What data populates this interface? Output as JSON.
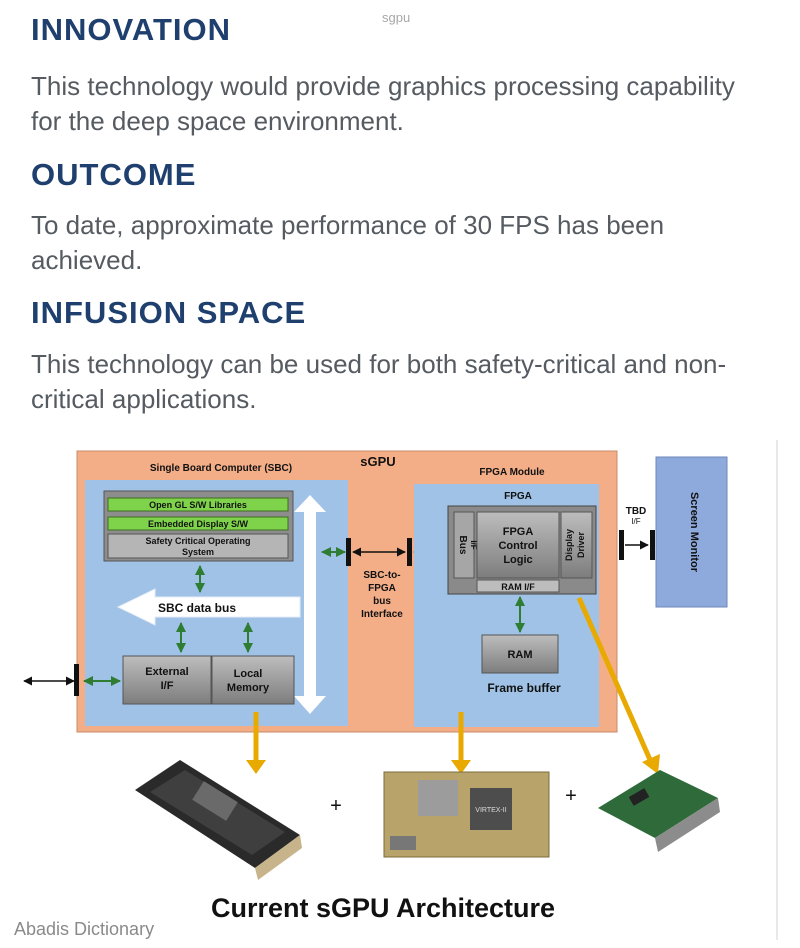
{
  "watermark_top": "sgpu",
  "sections": [
    {
      "heading": "INNOVATION",
      "text": "This technology would provide graphics processing capability for the deep space environment."
    },
    {
      "heading": "OUTCOME",
      "text": "To date, approximate performance of 30 FPS has been achieved."
    },
    {
      "heading": "INFUSION SPACE",
      "text": "This technology can be used for both safety-critical and non-critical applications."
    }
  ],
  "diagram": {
    "title": "sGPU",
    "sbc": {
      "title": "Single Board Computer (SBC)",
      "libs": [
        "Open GL S/W Libraries",
        "Embedded Display  S/W"
      ],
      "os": [
        "Safety Critical Operating",
        "System"
      ],
      "bus": "SBC data bus",
      "external": [
        "External",
        "I/F"
      ],
      "local": [
        "Local",
        "Memory"
      ]
    },
    "interface": [
      "SBC-to-",
      "FPGA",
      "bus",
      "Interface"
    ],
    "fpga_module": {
      "title": "FPGA Module",
      "fpga": "FPGA",
      "bus_if": [
        "Bus",
        "I/F"
      ],
      "control": [
        "FPGA",
        "Control",
        "Logic"
      ],
      "driver": [
        "Display",
        "Driver"
      ],
      "ram_if": "RAM I/F",
      "ram": "RAM",
      "frame_buffer": "Frame buffer"
    },
    "tbd": [
      "TBD",
      "I/F"
    ],
    "screen": "Screen Monitor",
    "plus_signs": [
      "+",
      "+"
    ],
    "board_chip_label": "VIRTEX-II",
    "colors": {
      "outer": "#f3ae88",
      "panel": "#9fc2e6",
      "monitor": "#8ea9db",
      "arrow_green": "#2e7d32",
      "pointer": "#f4b400"
    }
  },
  "caption": "Current sGPU Architecture",
  "footer_watermark": "Abadis Dictionary"
}
